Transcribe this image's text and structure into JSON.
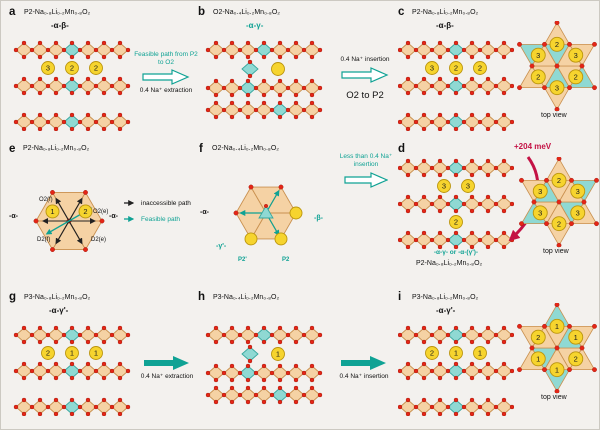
{
  "palette": {
    "background": "#f3f1ee",
    "mn_polyhedron": "#f5d2a4",
    "li_polyhedron": "#8fd9d3",
    "oxygen": "#e42616",
    "sodium": "#f6d42e",
    "teal_accent": "#0fa294",
    "red_accent": "#c41245",
    "text": "#111111"
  },
  "panels": {
    "a": {
      "letter": "a",
      "title": "P2-Na₀.₈Li₀.₂Mn₀.₈O₂",
      "phase": "-α-β-",
      "na_gap1": [
        "3",
        "2",
        "2"
      ],
      "na_gap2": []
    },
    "b": {
      "letter": "b",
      "title": "O2-Na₀.₄Li₀.₂Mn₀.₈O₂",
      "phase": "-α-γ-",
      "na_gap1": [
        ""
      ]
    },
    "c": {
      "letter": "c",
      "title": "P2-Na₀.₈Li₀.₂Mn₀.₈O₂",
      "phase": "-α-β-",
      "na_gap1": [
        "3",
        "2",
        "2"
      ],
      "na_gap2": []
    },
    "d": {
      "letter": "d",
      "title": "P2-Na₀.₈Li₀.₂Mn₀.₈O₂",
      "phase_line": "-α-γ- or -α-(γ')-",
      "na_gap1": [
        "3",
        "3"
      ],
      "na_gap2": [
        "2"
      ]
    },
    "e": {
      "letter": "e",
      "title": "P2-Na₀.₈Li₀.₂Mn₀.₈O₂",
      "alpha_left": "-α-",
      "alpha_right": "-α-",
      "site_labels": [
        "O2(f)",
        "O2(e)",
        "D2(f)",
        "D2(e)"
      ],
      "na_numbers": [
        "1",
        "2"
      ],
      "legend": [
        {
          "label": "inaccessible path"
        },
        {
          "label": "Feasible path"
        }
      ]
    },
    "f": {
      "letter": "f",
      "title": "O2-Na₀.₄Li₀.₂Mn₀.₈O₂",
      "labels": {
        "alpha": "-α-",
        "beta": "-β-",
        "gamma": "-γ'-",
        "p2_prime": "P2'",
        "p2": "P2"
      }
    },
    "g": {
      "letter": "g",
      "title": "P3-Na₀.₈Li₀.₂Mn₀.₈O₂",
      "phase": "-α-γ'-",
      "na_gap1": [
        "2",
        "1",
        "1"
      ],
      "na_gap2": []
    },
    "h": {
      "letter": "h",
      "title": "P3-Na₀.₄Li₀.₂Mn₀.₈O₂",
      "na_gap1": [
        "1"
      ]
    },
    "i": {
      "letter": "i",
      "title": "P3-Na₀.₈Li₀.₂Mn₀.₈O₂",
      "phase": "-α-γ'-",
      "na_gap1": [
        "2",
        "1",
        "1"
      ],
      "na_gap2": []
    }
  },
  "arrows": {
    "ab": {
      "top_label": "Feasible path from P2 to O2",
      "bottom_label": "0.4 Na⁺ extraction"
    },
    "bc": {
      "top_label": "0.4 Na⁺ insertion",
      "bottom_label": "O2 to P2"
    },
    "fd": {
      "label": "Less than 0.4 Na⁺ insertion"
    },
    "gh": {
      "label": "0.4 Na⁺ extraction"
    },
    "hi": {
      "label": "0.4 Na⁺ insertion"
    },
    "cd_energy": {
      "label": "+204 meV"
    }
  },
  "topviews": [
    {
      "caption": "top view",
      "na_numbers": [
        "2",
        "3",
        "2",
        "3",
        "2",
        "3"
      ]
    },
    {
      "caption": "top view",
      "na_numbers": [
        "3",
        "2",
        "3",
        "3",
        "2",
        "3"
      ]
    },
    {
      "caption": "top view",
      "na_numbers": [
        "2",
        "1",
        "1",
        "2",
        "1",
        "1"
      ]
    }
  ]
}
